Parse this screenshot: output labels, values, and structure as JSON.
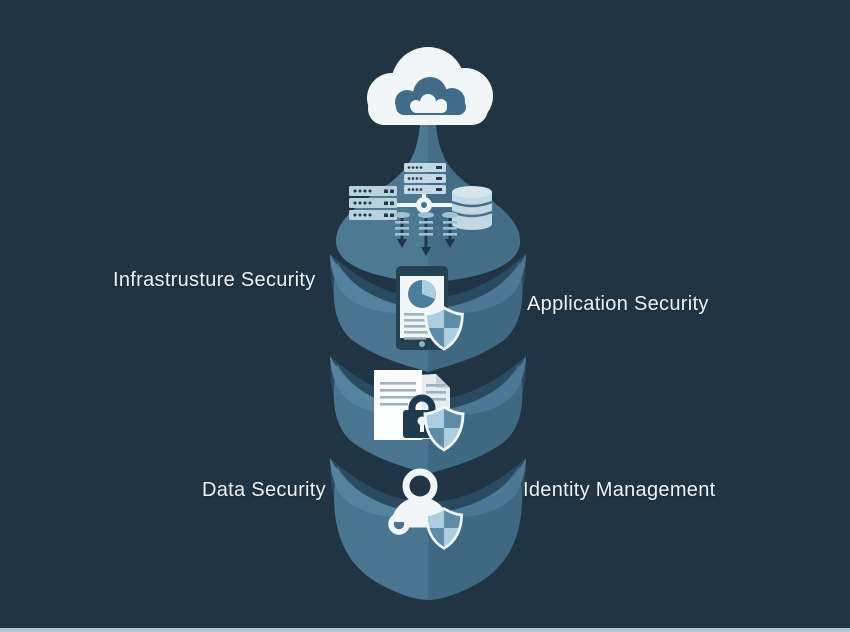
{
  "diagram": {
    "title_visible": false,
    "cloud": {
      "icon": "cloud-icon"
    },
    "layers": [
      {
        "id": "infrastructure",
        "label": "Infrastrusture Security",
        "label_side": "left",
        "icons": [
          "server-rack",
          "server-rack",
          "database-cylinder",
          "network-node",
          "filter-arrows"
        ]
      },
      {
        "id": "application",
        "label": "Application Security",
        "label_side": "right",
        "icons": [
          "tablet",
          "pie-chart",
          "checkered-shield"
        ]
      },
      {
        "id": "data",
        "label": "Data Security",
        "label_side": "left",
        "icons": [
          "documents",
          "padlock",
          "checkered-shield"
        ]
      },
      {
        "id": "identity",
        "label": "Identity Management",
        "label_side": "right",
        "icons": [
          "user",
          "key",
          "checkered-shield"
        ]
      }
    ],
    "colors": {
      "background": "#203443",
      "layer_body_left": "#497590",
      "layer_body_right": "#3f6883",
      "wing_left": "#54839f",
      "wing_right": "#4b7995",
      "inner_shadow": "#2a4a5f",
      "teardrop_left": "#4d7a93",
      "teardrop_right": "#446e88",
      "icon_light_blue": "#a9cfe0",
      "icon_medium_blue": "#5d8ca6",
      "icon_dark_navy": "#1e3b4d",
      "icon_white": "#f3f6f7",
      "cloud_inner_blue": "#3f6c88",
      "label_text": "#eef2f5",
      "bottom_strip": "#b8c5cf"
    }
  }
}
